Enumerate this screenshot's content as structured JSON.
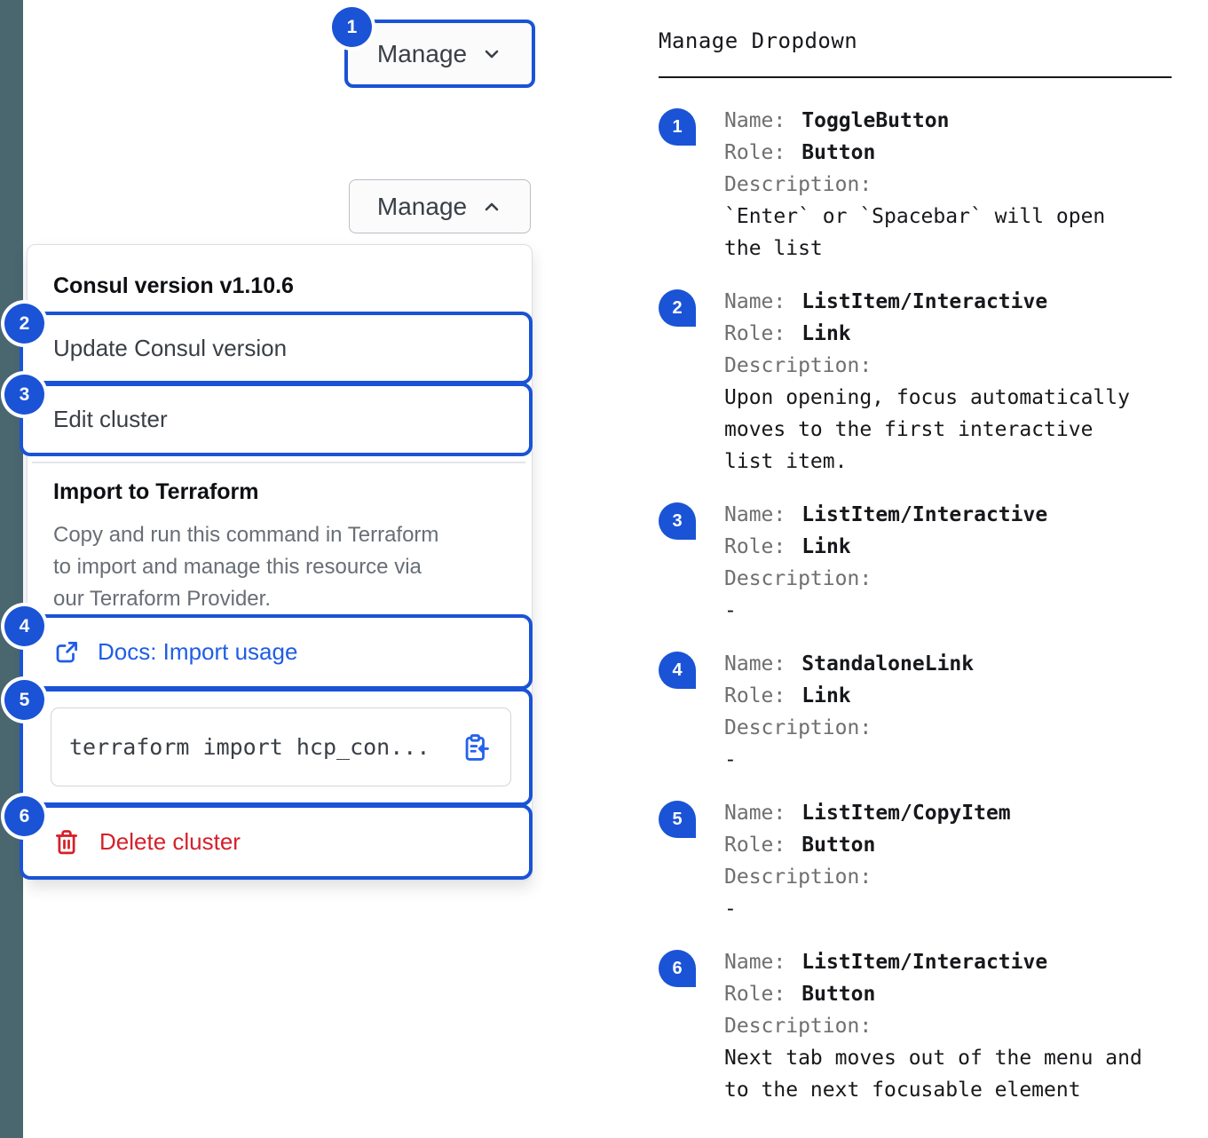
{
  "colors": {
    "annotation_blue": "#1a53d5",
    "link_blue": "#1f5de6",
    "danger_red": "#d5202a",
    "strip_gray": "#4a6770"
  },
  "toggle_button": {
    "label": "Manage",
    "badge": "1"
  },
  "open_button": {
    "label": "Manage"
  },
  "menu": {
    "version_header": "Consul version v1.10.6",
    "update_item": {
      "badge": "2",
      "label": "Update Consul version"
    },
    "edit_item": {
      "badge": "3",
      "label": "Edit cluster"
    },
    "import_section": {
      "title": "Import to Terraform",
      "description": "Copy and run this command in Terraform\nto import and manage this resource via\nour Terraform Provider."
    },
    "docs_item": {
      "badge": "4",
      "label": "Docs: Import usage"
    },
    "copy_item": {
      "badge": "5",
      "code": "terraform import hcp_con..."
    },
    "delete_item": {
      "badge": "6",
      "label": "Delete cluster"
    }
  },
  "doc_panel": {
    "title": "Manage Dropdown",
    "name_label": "Name:",
    "role_label": "Role:",
    "description_label": "Description:",
    "items": [
      {
        "badge": "1",
        "name": "ToggleButton",
        "role": "Button",
        "description": "`Enter` or `Spacebar` will open\nthe list"
      },
      {
        "badge": "2",
        "name": "ListItem/Interactive",
        "role": "Link",
        "description": "Upon opening, focus automatically\nmoves to the first interactive\nlist item."
      },
      {
        "badge": "3",
        "name": "ListItem/Interactive",
        "role": "Link",
        "description": "-"
      },
      {
        "badge": "4",
        "name": "StandaloneLink",
        "role": "Link",
        "description": "-"
      },
      {
        "badge": "5",
        "name": "ListItem/CopyItem",
        "role": "Button",
        "description": "-"
      },
      {
        "badge": "6",
        "name": "ListItem/Interactive",
        "role": "Button",
        "description": "Next tab moves out of the menu and\nto the next focusable element"
      }
    ]
  }
}
